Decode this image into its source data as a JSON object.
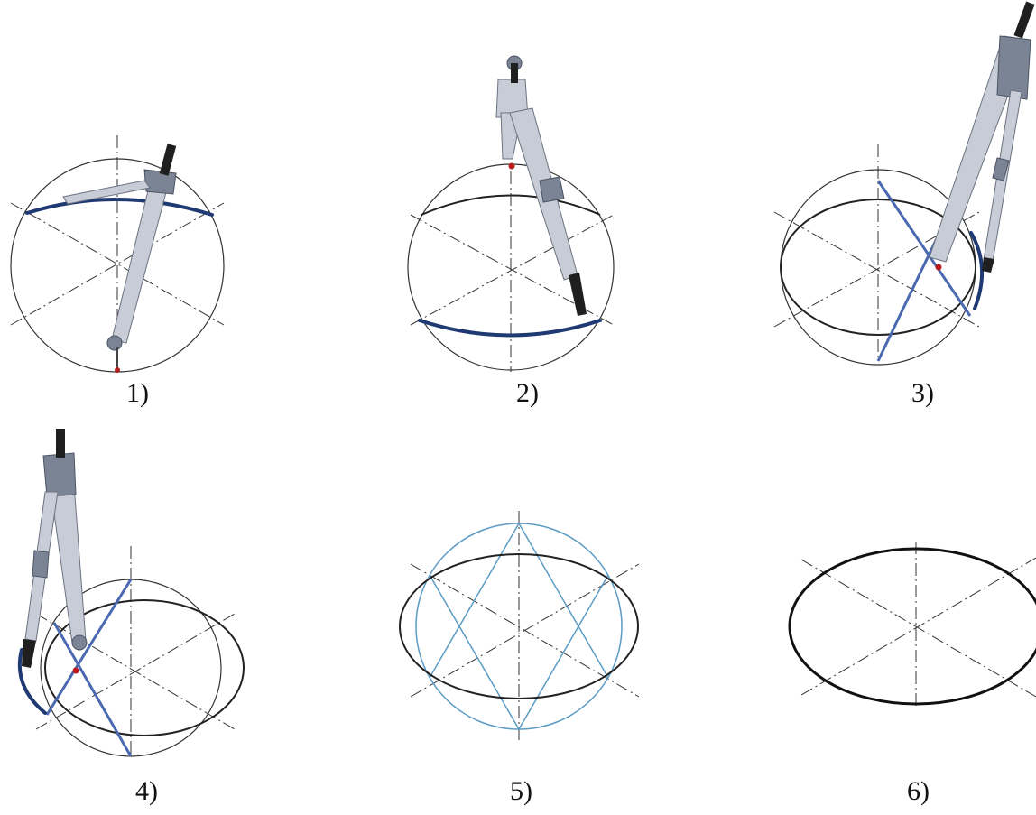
{
  "steps": [
    {
      "label": "1)"
    },
    {
      "label": "2)"
    },
    {
      "label": "3)"
    },
    {
      "label": "4)"
    },
    {
      "label": "5)"
    },
    {
      "label": "6)"
    }
  ],
  "colors": {
    "construction_line": "#333333",
    "arc_blue": "#1f3a73",
    "auxiliary_blue": "#4a69b0",
    "light_blue_construction": "#5b9bc4",
    "final_ellipse": "#111111",
    "pivot_point": "#b91c1c",
    "compass_metal": "#c7ccd6"
  },
  "icons": [
    "compass-icon"
  ]
}
